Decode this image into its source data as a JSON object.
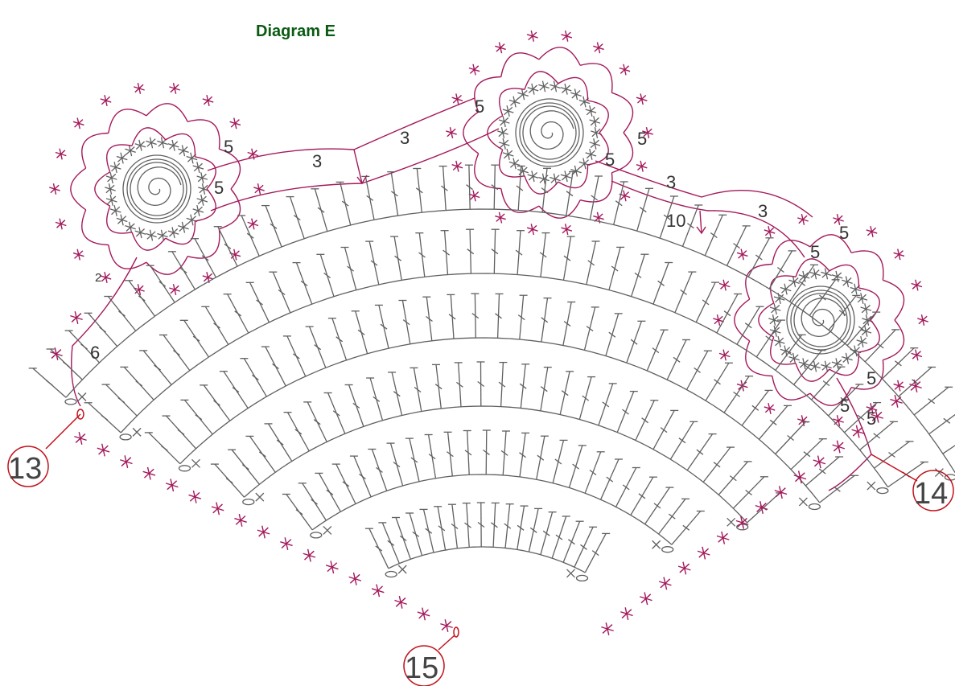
{
  "title": "Diagram E",
  "colors": {
    "title": "#0a5a12",
    "stitch_gray": "#606060",
    "stitch_magenta": "#a3195b",
    "marker_red": "#c0121c"
  },
  "row_numbers": {
    "r5a": "5",
    "r5b": "5",
    "r3a": "3",
    "r3b": "3",
    "r2": "2",
    "r6": "6",
    "r5c": "5",
    "r5d": "5",
    "r5e": "5",
    "r3c": "3",
    "r10": "10",
    "r3d": "3",
    "r5f": "5",
    "r5g": "5",
    "r5h": "5",
    "r5i": "5",
    "r5j": "5"
  },
  "markers": {
    "m13": "13",
    "m14": "14",
    "m15": "15"
  },
  "symbols": {
    "rose": "rose-motif",
    "arrow": "arrow-icon",
    "chain": "chain-stitch-icon",
    "sc": "single-crochet-icon",
    "dc": "double-crochet-icon"
  }
}
